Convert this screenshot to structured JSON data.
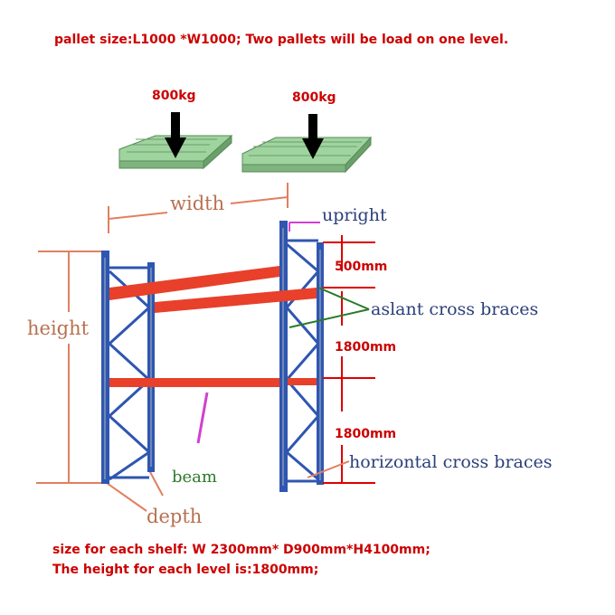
{
  "header_note": "pallet size:L1000 *W1000; Two pallets will be load on one level.",
  "pallets": [
    {
      "load": "800kg"
    },
    {
      "load": "800kg"
    }
  ],
  "labels": {
    "width": "width",
    "height": "height",
    "depth": "depth",
    "upright": "upright",
    "aslant": "aslant cross braces",
    "horizontal": "horizontal cross braces",
    "beam": "beam"
  },
  "dimensions": {
    "top_gap": "500mm",
    "level_1": "1800mm",
    "level_2": "1800mm"
  },
  "footer": {
    "line1": "size for each shelf: W 2300mm* D900mm*H4100mm;",
    "line2": "The height for each level is:1800mm;"
  },
  "colors": {
    "upright": "#2f56b0",
    "beam": "#e8402a",
    "dimension": "#e08060",
    "pallet": "#a8d8a8"
  }
}
